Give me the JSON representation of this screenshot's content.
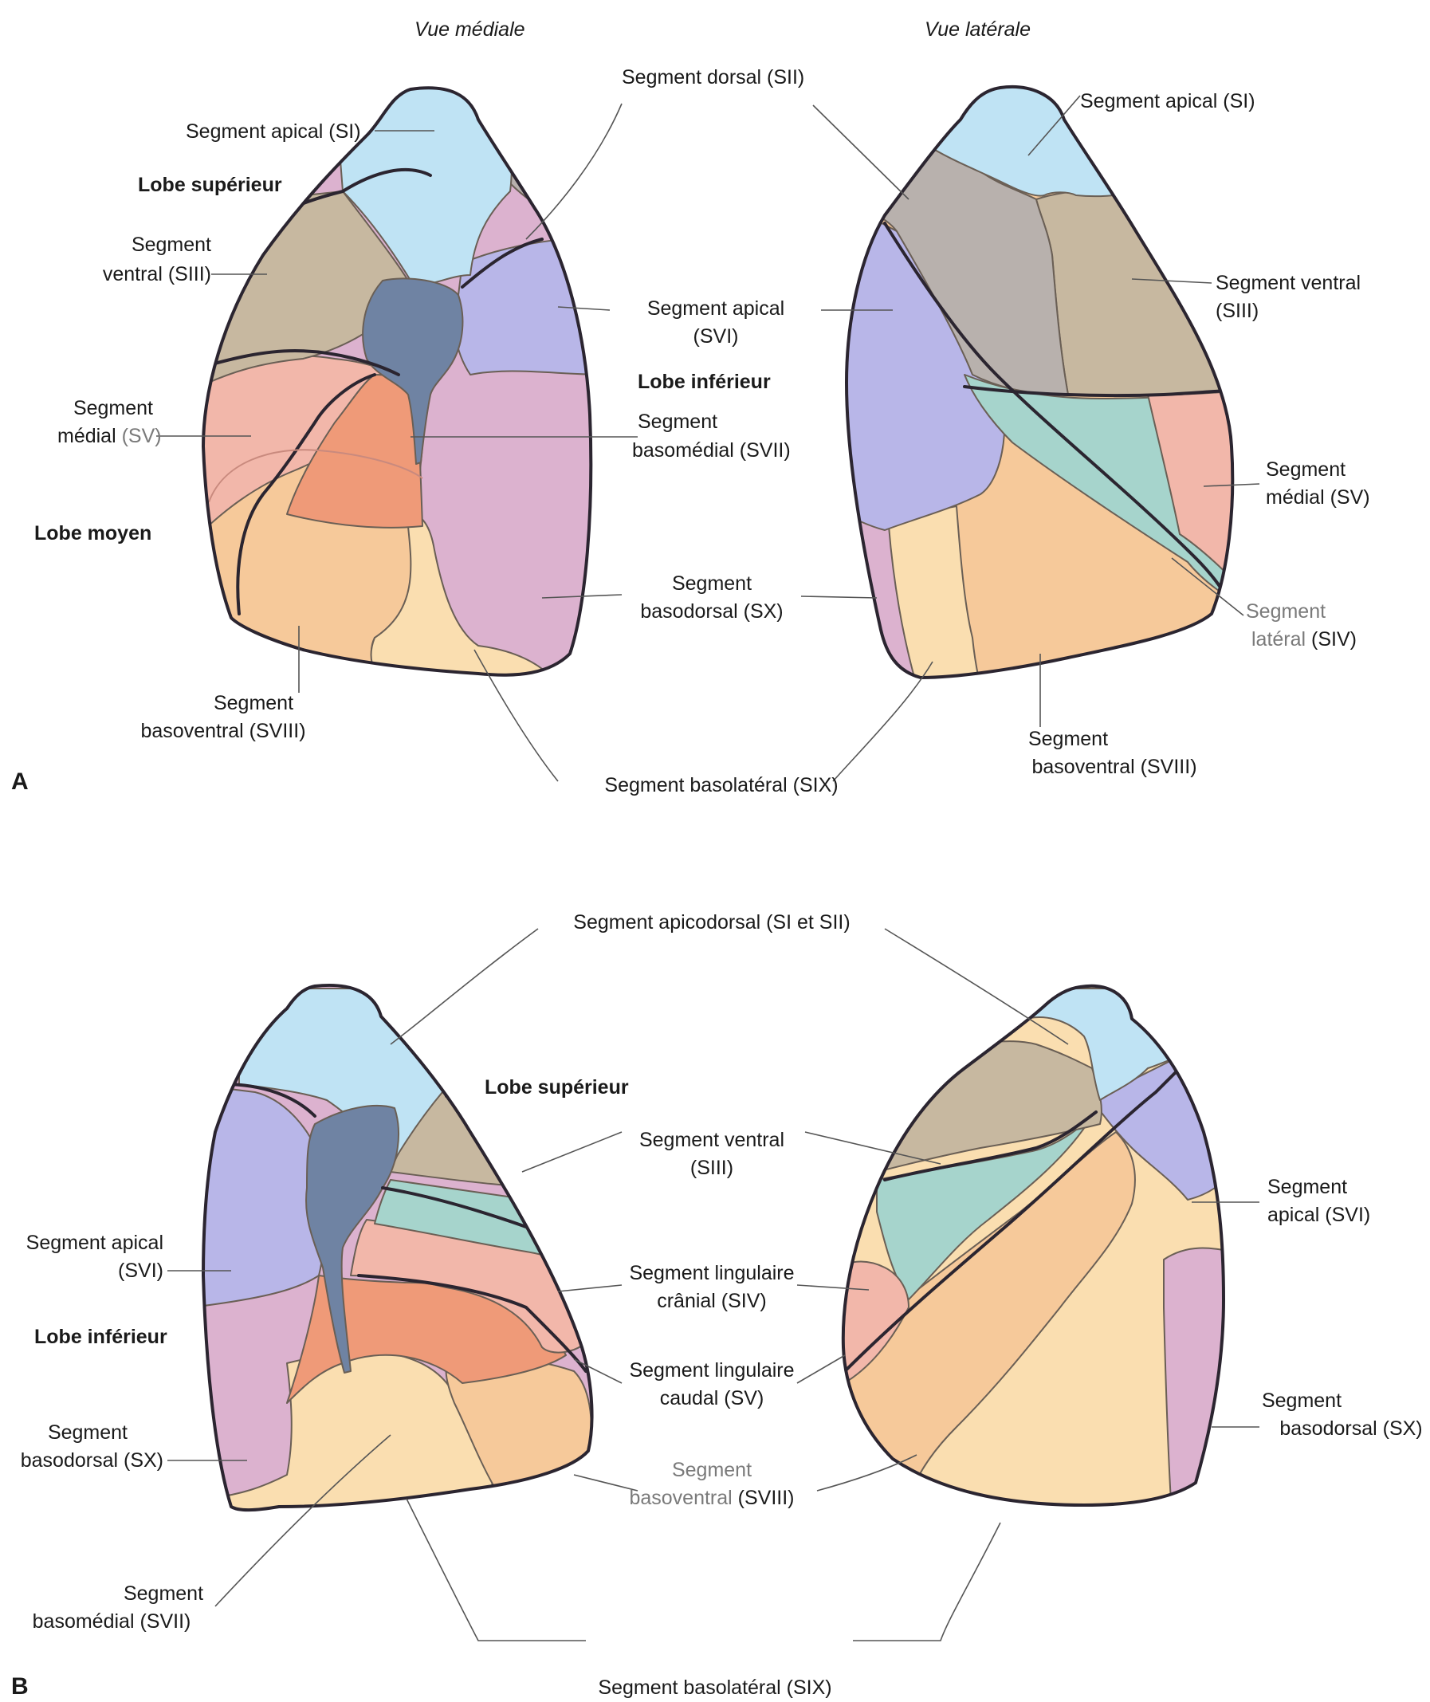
{
  "colors": {
    "apical_blue": "#bfe3f4",
    "dorsal_gray": "#b8b1ad",
    "ventral_tan": "#c7b8a0",
    "apical_inf_violet": "#b8b6e8",
    "medial_salmon": "#f2b7aa",
    "basomedial_orange": "#ef9a78",
    "basodorsal_mauve": "#dcb2cf",
    "basoventral_peach": "#f6c99a",
    "basolateral_cream": "#fadeb0",
    "lateral_teal": "#a6d4cc",
    "hilum_slate": "#6f83a3",
    "outline": "#2b2530"
  },
  "panel_a": {
    "letter": "A",
    "view_medial": "Vue médiale",
    "view_lateral": "Vue latérale",
    "lobe_superieur": "Lobe supérieur",
    "lobe_inferieur": "Lobe inférieur",
    "lobe_moyen": "Lobe moyen",
    "apical_si_left": "Segment apical (SI)",
    "apical_si_right": "Segment apical (SI)",
    "dorsal_sii": "Segment dorsal (SII)",
    "ventral_siii_left_1": "Segment",
    "ventral_siii_left_2": "ventral (SIII)",
    "ventral_siii_right_1": "Segment ventral",
    "ventral_siii_right_2": "(SIII)",
    "apical_svi_1": "Segment apical",
    "apical_svi_2": "(SVI)",
    "medial_sv_left_1": "Segment",
    "medial_sv_left_2a": "médial",
    "medial_sv_left_2b": "(SV)",
    "basomedial_svii_1": "Segment",
    "basomedial_svii_2": "basomédial (SVII)",
    "medial_sv_right_1": "Segment",
    "medial_sv_right_2": "médial (SV)",
    "basodorsal_sx_1": "Segment",
    "basodorsal_sx_2": "basodorsal (SX)",
    "lateral_siv_1": "Segment",
    "lateral_siv_2a": "latéral",
    "lateral_siv_2b": "(SIV)",
    "basoventral_sviii_left_1": "Segment",
    "basoventral_sviii_left_2": "basoventral (SVIII)",
    "basoventral_sviii_right_1": "Segment",
    "basoventral_sviii_right_2": "basoventral (SVIII)",
    "basolateral_six": "Segment basolatéral (SIX)"
  },
  "panel_b": {
    "letter": "B",
    "apicodorsal": "Segment apicodorsal (SI et SII)",
    "lobe_superieur": "Lobe supérieur",
    "lobe_inferieur": "Lobe inférieur",
    "ventral_siii_1": "Segment ventral",
    "ventral_siii_2": "(SIII)",
    "apical_svi_left_1": "Segment apical",
    "apical_svi_left_2": "(SVI)",
    "apical_svi_right_1": "Segment",
    "apical_svi_right_2": "apical (SVI)",
    "lingulaire_cranial_1": "Segment lingulaire",
    "lingulaire_cranial_2": "crânial (SIV)",
    "lingulaire_caudal_1": "Segment lingulaire",
    "lingulaire_caudal_2": "caudal (SV)",
    "basodorsal_left_1": "Segment",
    "basodorsal_left_2": "basodorsal (SX)",
    "basodorsal_right_1": "Segment",
    "basodorsal_right_2": "basodorsal (SX)",
    "basoventral_1": "Segment",
    "basoventral_2a": "basoventral",
    "basoventral_2b": "(SVIII)",
    "basomedial_1": "Segment",
    "basomedial_2": "basomédial (SVII)",
    "basolateral_six": "Segment basolatéral (SIX)"
  }
}
